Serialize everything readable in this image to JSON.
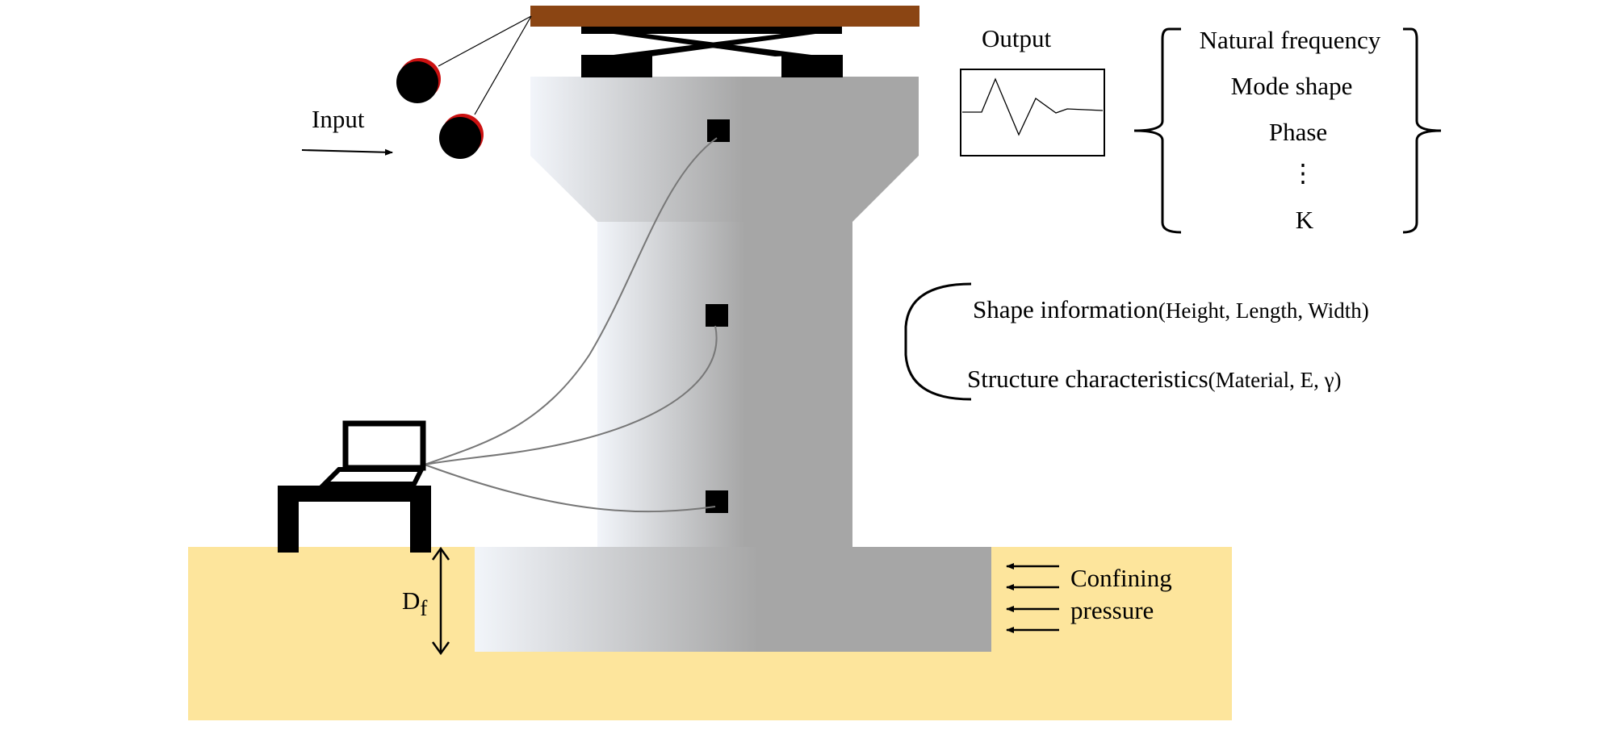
{
  "input": {
    "label": "Input"
  },
  "output": {
    "label": "Output",
    "results": [
      "Natural frequency",
      "Mode shape",
      "Phase",
      "K"
    ],
    "ellipsis": "⋮"
  },
  "properties": {
    "shape": {
      "main": "Shape information",
      "detail": "(Height, Length, Width)"
    },
    "structure": {
      "main": "Structure characteristics",
      "detail": "(Material, E, γ)"
    }
  },
  "foundation": {
    "depth_symbol": "D",
    "depth_subscript": "f",
    "pressure_line1": "Confining",
    "pressure_line2": "pressure"
  },
  "colors": {
    "soil": "#fde59c",
    "deck": "#8b4513",
    "pier_light": "#f2f5fa",
    "pier_dark": "#a6a6a6",
    "ball": "#000000",
    "ball_rim": "#cc1111"
  }
}
